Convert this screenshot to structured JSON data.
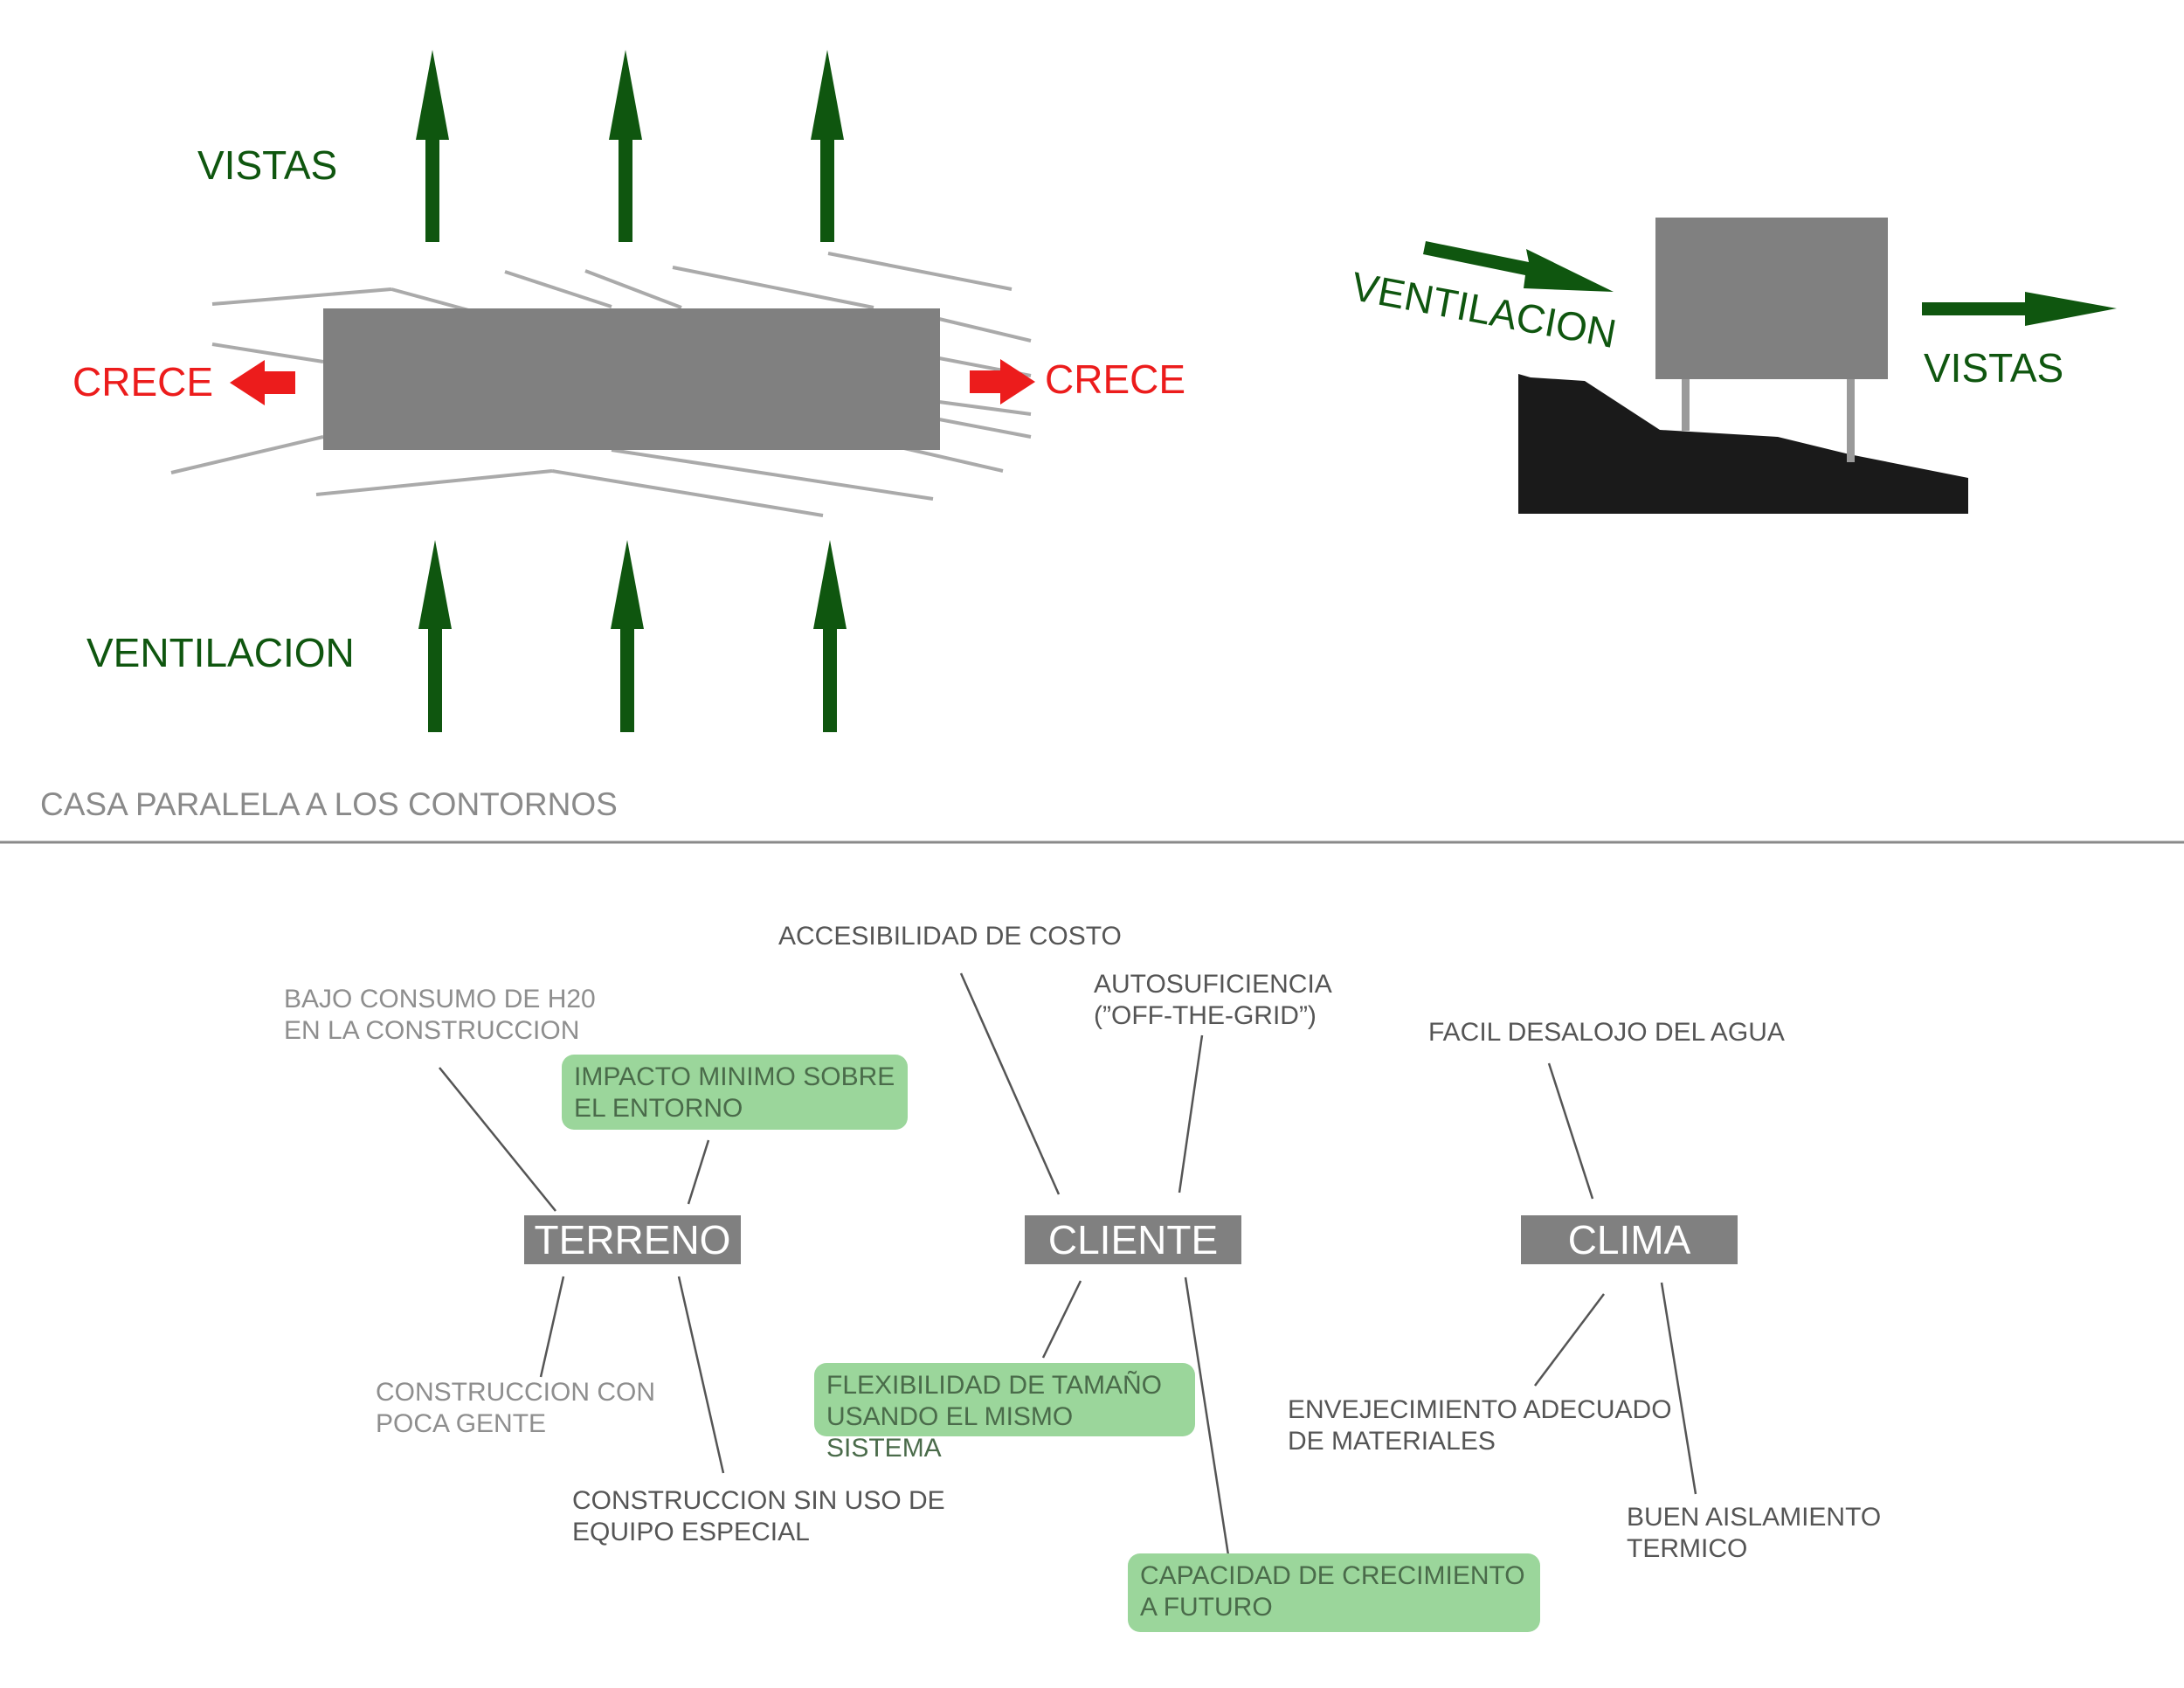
{
  "top_left": {
    "vistas_label": "VISTAS",
    "ventilacion_label": "VENTILACION",
    "crece_left_label": "CRECE",
    "crece_right_label": "CRECE",
    "caption": "CASA PARALELA A LOS CONTORNOS"
  },
  "top_right": {
    "ventilacion_label": "VENTILACION",
    "vistas_label": "VISTAS"
  },
  "mindmap": {
    "terreno": {
      "label": "TERRENO",
      "notes": {
        "water": "BAJO CONSUMO DE H20\nEN LA CONSTRUCCION",
        "impact": "IMPACTO MINIMO SOBRE\nEL ENTORNO",
        "people": "CONSTRUCCION CON\nPOCA GENTE",
        "equipment": "CONSTRUCCION SIN USO DE\nEQUIPO ESPECIAL"
      }
    },
    "cliente": {
      "label": "CLIENTE",
      "notes": {
        "cost": "ACCESIBILIDAD DE COSTO",
        "offgrid": "AUTOSUFICIENCIA\n(”OFF-THE-GRID”)",
        "flex": "FLEXIBILIDAD DE TAMAÑO\nUSANDO EL MISMO SISTEMA",
        "growth": "CAPACIDAD DE CRECIMIENTO\nA FUTURO"
      }
    },
    "clima": {
      "label": "CLIMA",
      "notes": {
        "water_drain": "FACIL DESALOJO DEL AGUA",
        "aging": "ENVEJECIMIENTO ADECUADO\nDE MATERIALES",
        "insulation": "BUEN AISLAMIENTO\nTERMICO"
      }
    }
  },
  "colors": {
    "arrow_green": "#0f560f",
    "crece_red": "#ec1c1c",
    "box_gray": "#808080",
    "contour_gray": "#aaaaaa",
    "terrain_black": "#1a1a1a",
    "highlight_green": "#9bd69b"
  }
}
